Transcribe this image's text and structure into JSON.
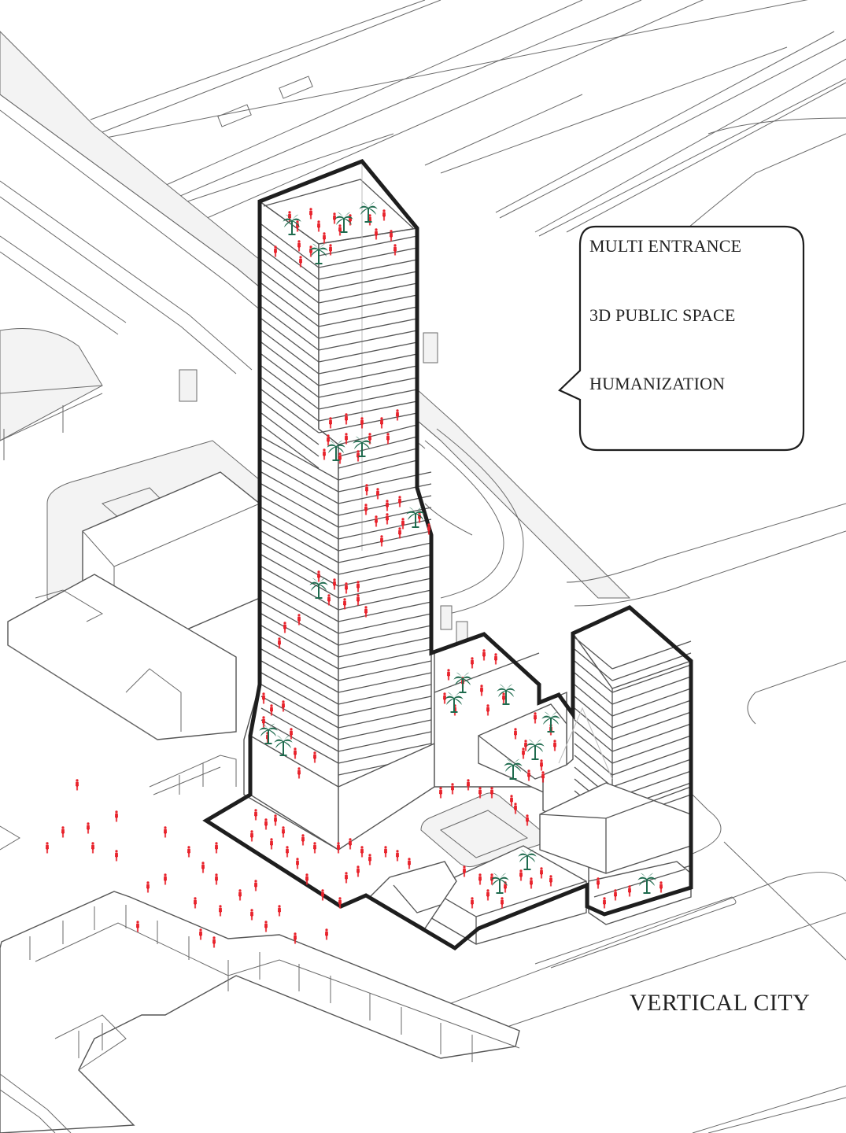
{
  "diagram": {
    "type": "architectural-axonometric",
    "title": "VERTICAL CITY",
    "callout": {
      "items": [
        {
          "label": "MULTI ENTRANCE"
        },
        {
          "label": "3D PUBLIC SPACE"
        },
        {
          "label": "HUMANIZATION"
        }
      ]
    },
    "elements": {
      "main_tower": "tall tower with stacked floor plates and sky gardens",
      "secondary_tower": "shorter tower on the right",
      "podium": "terraced podium with courtyard void",
      "plaza": "ground plaza with crowds",
      "context": [
        "elevated highway",
        "rail tracks",
        "station canopy",
        "pier structures",
        "roads"
      ]
    },
    "legend_symbols": {
      "person_color": "#e8222b",
      "tree_color": "#1f6b4e",
      "outline_color": "#1e1e1e",
      "linework_color": "#6a6a6a"
    }
  }
}
